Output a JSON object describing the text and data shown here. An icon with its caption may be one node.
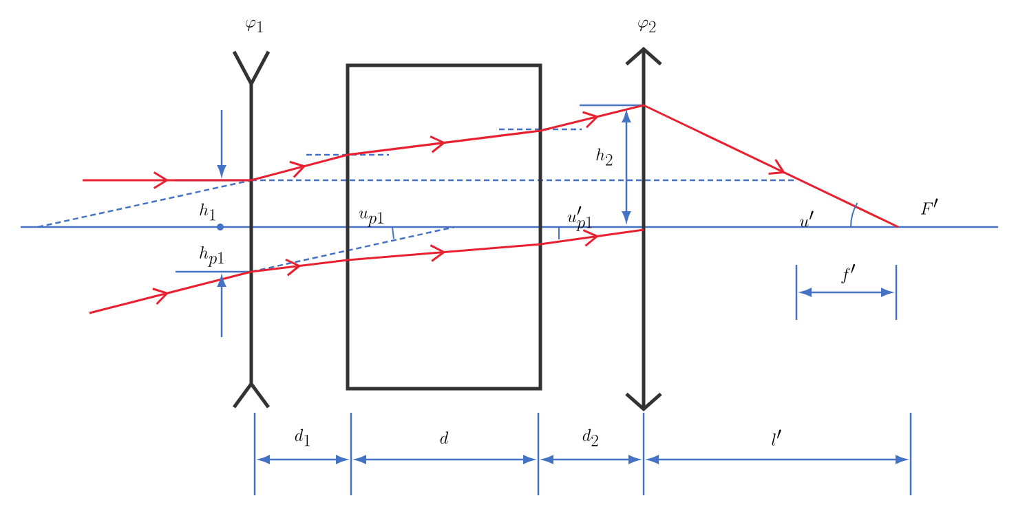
{
  "diagram": {
    "labels": [
      "\\varphi_1",
      "\\varphi_2",
      "h_2",
      "h_1",
      "u_{p1}",
      "u'_{p1}",
      "u'",
      "F'",
      "h_{p1}",
      "f'",
      "d_1",
      "d",
      "d_2",
      "l'"
    ]
  }
}
